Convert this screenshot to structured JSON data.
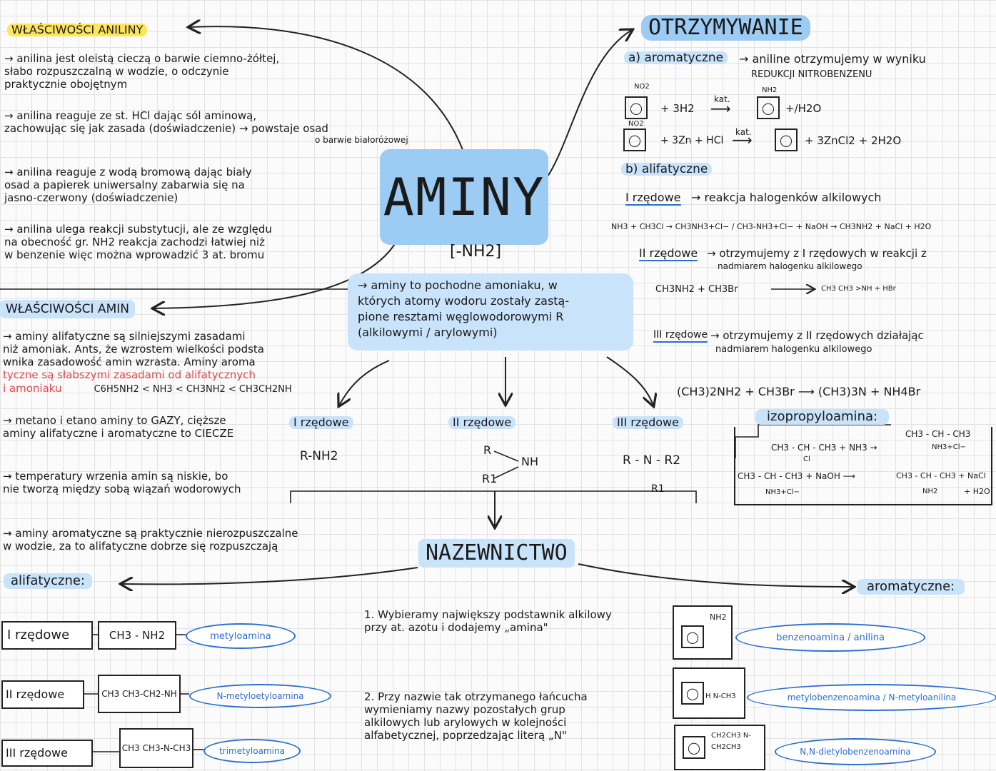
{
  "center": {
    "title": "AMINY",
    "group": "[-NH2]",
    "definition": [
      "→ aminy to pochodne amoniaku, w",
      "których atomy wodoru zostały zastą-",
      "pione resztami węglowodorowymi R",
      "(alkilowymi / arylowymi)"
    ]
  },
  "left": {
    "aniline_title": "WŁAŚCIWOŚCI ANILINY",
    "aniline_p1": [
      "→ anilina jest oleistą cieczą o barwie ciemno-żółtej,",
      "słabo rozpuszczalną w wodzie, o odczynie",
      "praktycznie obojętnym"
    ],
    "aniline_p2": [
      "→ anilina reaguje ze st. HCl dając sól aminową,",
      "zachowując się jak zasada (doświadczenie) → powstaje osad"
    ],
    "aniline_p2_note": "o barwie białoróżowej",
    "aniline_p3": [
      "→ anilina reaguje z wodą bromową dając biały",
      "osad a papierek uniwersalny zabarwia się na",
      "jasno-czerwony (doświadczenie)"
    ],
    "aniline_p4": [
      "→ anilina ulega reakcji substytucji, ale ze względu",
      "na obecność gr. NH2 reakcja zachodzi łatwiej niż",
      "w benzenie więc można wprowadzić 3 at. bromu"
    ],
    "amines_title": "WŁAŚCIWOŚCI AMIN",
    "amines_p1": [
      "→ aminy alifatyczne są silniejszymi zasadami",
      "niż amoniak. Ants, że wzrostem wielkości podsta",
      "wnika zasadowość amin wzrasta. Aminy aroma"
    ],
    "amines_p1_red": [
      "tyczne są słabszymi zasadami od alifatycznych",
      "i amoniaku"
    ],
    "amines_order": "C6H5NH2 < NH3 < CH3NH2 < CH3CH2NH",
    "amines_p2": [
      "→ metano i etano aminy to GAZY, cięższe",
      "aminy alifatyczne i aromatyczne to CIECZE"
    ],
    "amines_p3": [
      "→ temperatury wrzenia amin są niskie, bo",
      "nie tworzą między sobą wiązań wodorowych"
    ],
    "amines_p4": [
      "→ aminy aromatyczne są praktycznie nierozpuszczalne",
      "w wodzie, za to alifatyczne dobrze się rozpuszczają"
    ]
  },
  "classes": {
    "first": {
      "label": "I rzędowe",
      "formula": "R-NH2"
    },
    "second": {
      "label": "II rzędowe",
      "r1": "R",
      "r2": "R1",
      "nh": "NH"
    },
    "third": {
      "label": "III rzędowe",
      "formula": "R - N - R2",
      "r": "R1"
    }
  },
  "right": {
    "title": "OTRZYMYWANIE",
    "a_label": "a) aromatyczne",
    "a_text": "→ aniline otrzymujemy w wyniku",
    "a_text2": "REDUKCJI NITROBENZENU",
    "no2": "NO2",
    "nh2": "NH2",
    "kat": "kat.",
    "r1_left": "+ 3H2",
    "r1_right": "+/H2O",
    "r2_left": "+ 3Zn + HCl",
    "r2_right": "+ 3ZnCl2 + 2H2O",
    "b_label": "b) alifatyczne",
    "first_label": "I rzędowe",
    "first_text": "→ reakcja halogenków alkilowych",
    "first_eq": "NH3 + CH3Cl → CH3NH3+Cl− / CH3-NH3+Cl− + NaOH → CH3NH2 + NaCl + H2O",
    "second_label": "II rzędowe",
    "second_text": "→ otrzymujemy z I rzędowych w reakcji z",
    "second_text2": "nadmiarem halogenku alkilowego",
    "second_eq_left": "CH3NH2 + CH3Br",
    "second_eq_right": "CH3 CH3 >NH + HBr",
    "third_label": "III rzędowe",
    "third_text": "→ otrzymujemy z II rzędowych działając",
    "third_text2": "nadmiarem halogenku alkilowego",
    "third_eq": "(CH3)2NH2 + CH3Br ⟶ (CH3)3N + NH4Br",
    "izo_title": "izopropyloamina:",
    "izo_l1": "CH3 - CH - CH3 + NH3 →",
    "izo_l1b": "Cl",
    "izo_l1_right": "CH3 - CH - CH3",
    "izo_l1_right_b": "NH3+Cl−",
    "izo_l2": "CH3 - CH - CH3 + NaOH ⟶",
    "izo_l2b": "NH3+Cl−",
    "izo_l2_right": "CH3 - CH - CH3 + NaCl",
    "izo_l2_right_b": "NH2",
    "izo_l2_right_c": "+ H2O"
  },
  "naming": {
    "title": "NAZEWNICTWO",
    "aliphatic": "alifatyczne:",
    "aromatic": "aromatyczne:",
    "rule1": [
      "1. Wybieramy największy podstawnik alkilowy",
      "przy at. azotu i dodajemy „amina\""
    ],
    "rule2": [
      "2. Przy nazwie tak otrzymanego łańcucha",
      "wymieniamy nazwy pozostałych grup",
      "alkilowych lub arylowych w kolejności",
      "alfabetycznej, poprzedzając literą „N\""
    ],
    "ali_rows": [
      {
        "label": "I rzędowe",
        "formula": "CH3 - NH2",
        "name": "metyloamina"
      },
      {
        "label": "II rzędowe",
        "formula": "CH3 CH3-CH2-NH",
        "name": "N-metyloetyloamina"
      },
      {
        "label": "III rzędowe",
        "formula": "CH3 CH3-N-CH3",
        "name": "trimetyloamina"
      }
    ],
    "aro_rows": [
      {
        "sub": "NH2",
        "name": "benzenoamina / anilina"
      },
      {
        "sub": "H N-CH3",
        "name": "metylobenzenoamina / N-metyloanilina"
      },
      {
        "sub": "CH2CH3 N-CH2CH3",
        "name": "N,N-dietylobenzenoamina"
      }
    ]
  },
  "colors": {
    "blue": "#9ccbf4",
    "light_blue": "#c9e3fa",
    "yellow": "#fde55c",
    "red": "#e04848",
    "name_blue": "#2a6fd1"
  }
}
